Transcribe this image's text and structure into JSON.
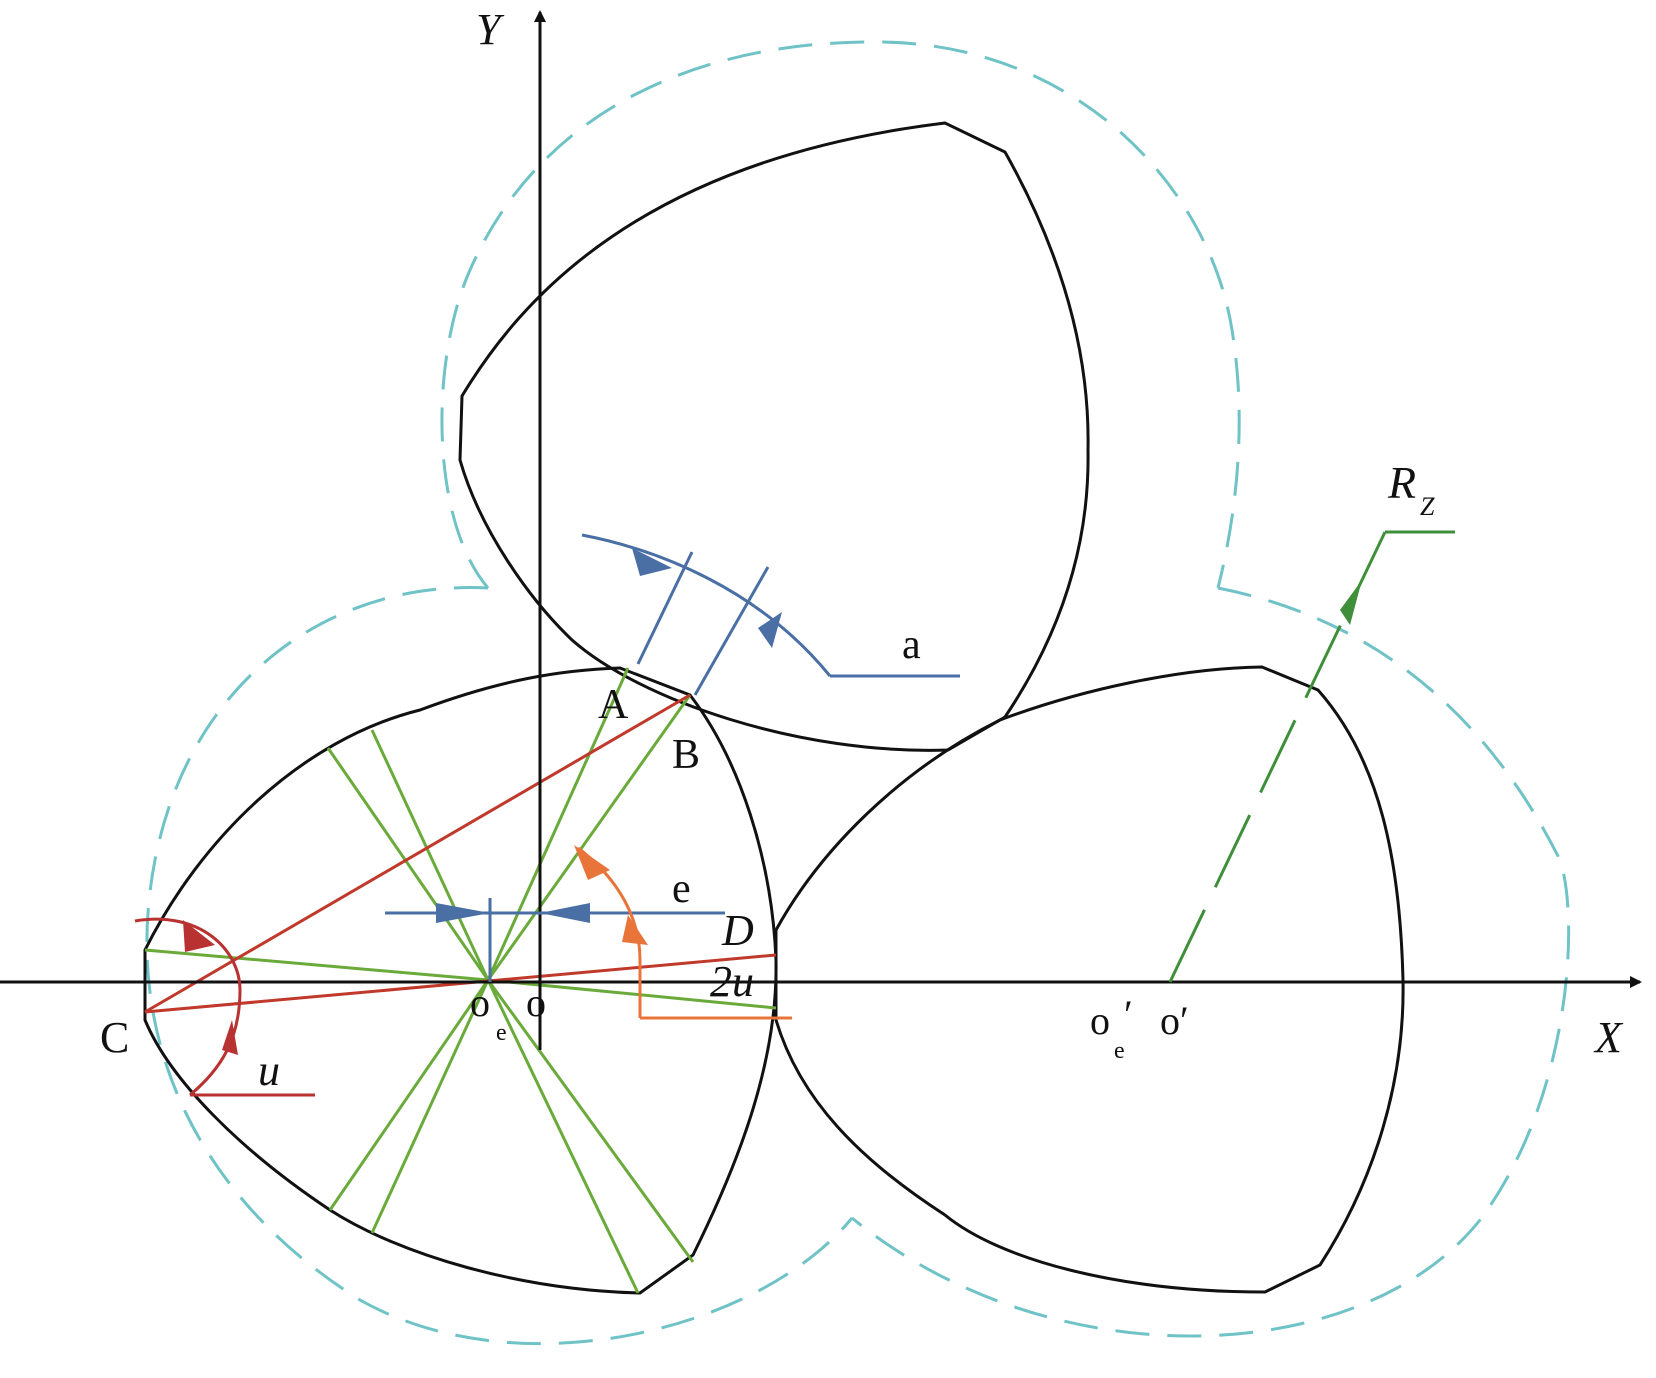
{
  "labels": {
    "axis_x": "X",
    "axis_y": "Y",
    "point_a": "A",
    "point_b": "B",
    "point_c": "C",
    "point_d": "D",
    "origin_o": "o",
    "origin_oe_main": "o",
    "origin_oe_sub": "e",
    "origin_o_prime": "o′",
    "origin_oe_prime_main": "o",
    "origin_oe_prime_sub": "e",
    "origin_oe_prime_mark": "′",
    "dim_a": "a",
    "dim_e": "e",
    "angle_u": "u",
    "angle_2u": "2u",
    "radius_main": "R",
    "radius_sub": "Z"
  },
  "colors": {
    "outline": "#111111",
    "dashed_envelope": "#6fc3c6",
    "green_lines": "#6aaa3a",
    "red_lines": "#c0392b",
    "red_angle": "#b83232",
    "orange_angle": "#e8743a",
    "blue_dim": "#4a6fa5",
    "dark_green": "#3f8f3a"
  }
}
